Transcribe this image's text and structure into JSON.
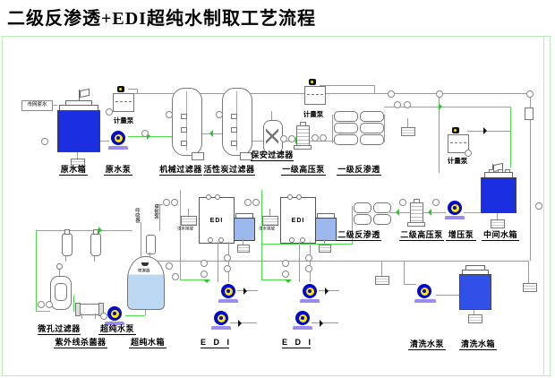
{
  "title": "二级反渗透+EDI超纯水制取工艺流程",
  "inlet": {
    "label": "市网原水"
  },
  "labels": {
    "raw_tank": "原水箱",
    "raw_pump": "原水泵",
    "metering_pump": "计量泵",
    "mechanical_filter": "机械过滤器",
    "carbon_filter": "活性炭过滤器",
    "security_filter": "保安过滤器",
    "hp_pump1": "一级高压泵",
    "ro1": "一级反渗透",
    "ro2": "二级反渗透",
    "hp_pump2": "二级高压泵",
    "booster_pump": "增压泵",
    "mid_tank": "中间水箱",
    "micro_filter": "微孔过滤器",
    "uv_sterilizer": "紫外线杀菌器",
    "up_pump": "超纯水泵",
    "up_tank": "超纯水箱",
    "clean_pump": "清洗水泵",
    "clean_tank": "清洗水箱"
  },
  "edi": {
    "unit_label": "EDI",
    "section_label": "E D I",
    "drain_label": "浓水排放"
  },
  "tiny": {
    "breather": "呼吸器",
    "ozone_pump": "臭氧泵",
    "sprinkler": "喷淋器"
  },
  "colors": {
    "pipe_green": "#4ade4a",
    "pipe_gray": "#9a9a9a",
    "tank_dark_blue": "#1b2ee0",
    "tank_light_blue": "#9cb8ec",
    "up_tank_blue": "#bcd8f2",
    "clean_tank_blue": "#3050e8",
    "pump_blue": "#0008cc",
    "pump_yellow": "#ffe600",
    "pump_base_purple": "#9b8cf0",
    "frame_green": "#b7ecb7"
  }
}
